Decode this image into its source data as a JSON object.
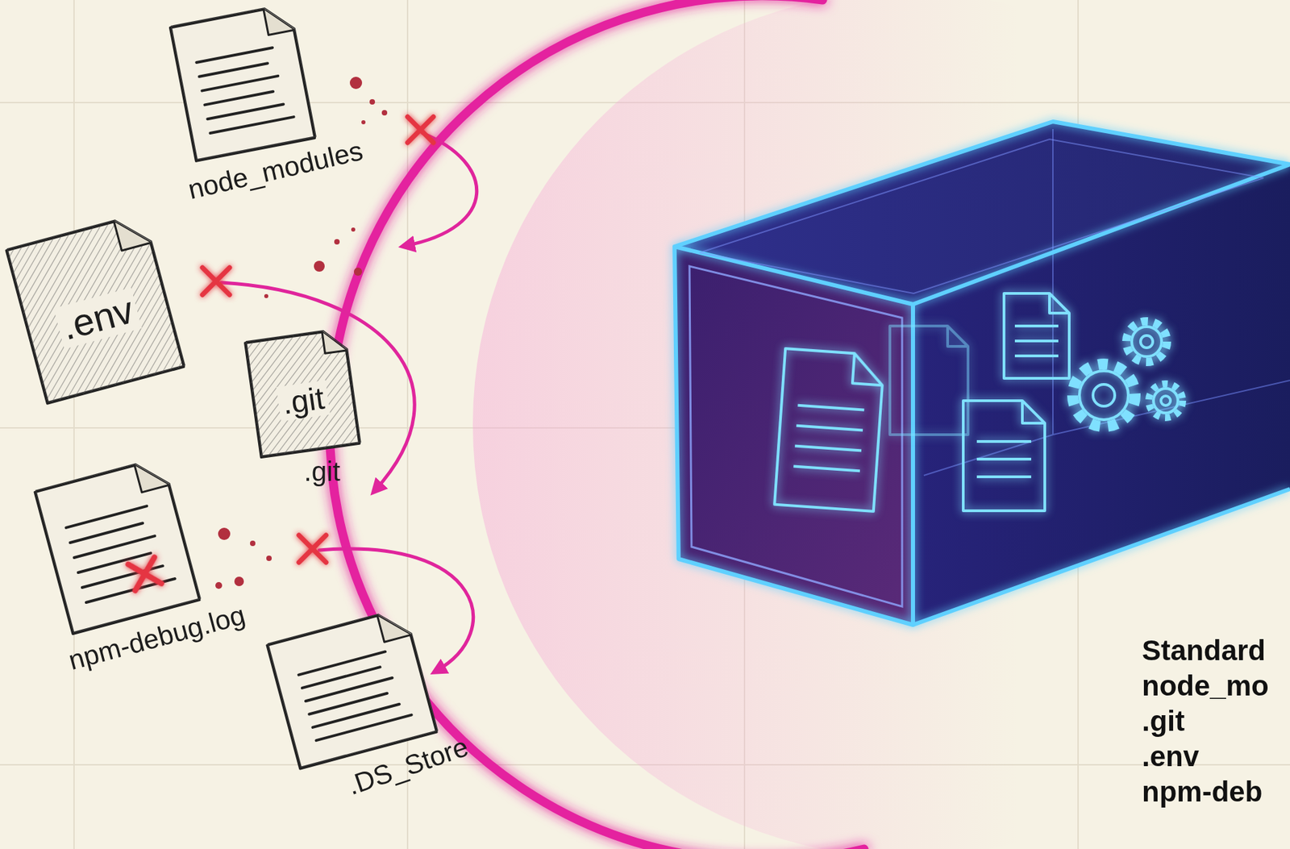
{
  "diagram": {
    "nodes": [
      {
        "text": [
          "node_modules"
        ]
      },
      {
        "text": [
          ".env"
        ]
      },
      {
        "text": [
          ".git",
          ".git"
        ]
      },
      {
        "text": [
          "npm-debug.log"
        ]
      },
      {
        "text": [
          ".DS_Store"
        ]
      }
    ],
    "labels": [
      "Standard",
      "node_mo",
      ".git",
      ".env",
      "npm-deb"
    ]
  }
}
